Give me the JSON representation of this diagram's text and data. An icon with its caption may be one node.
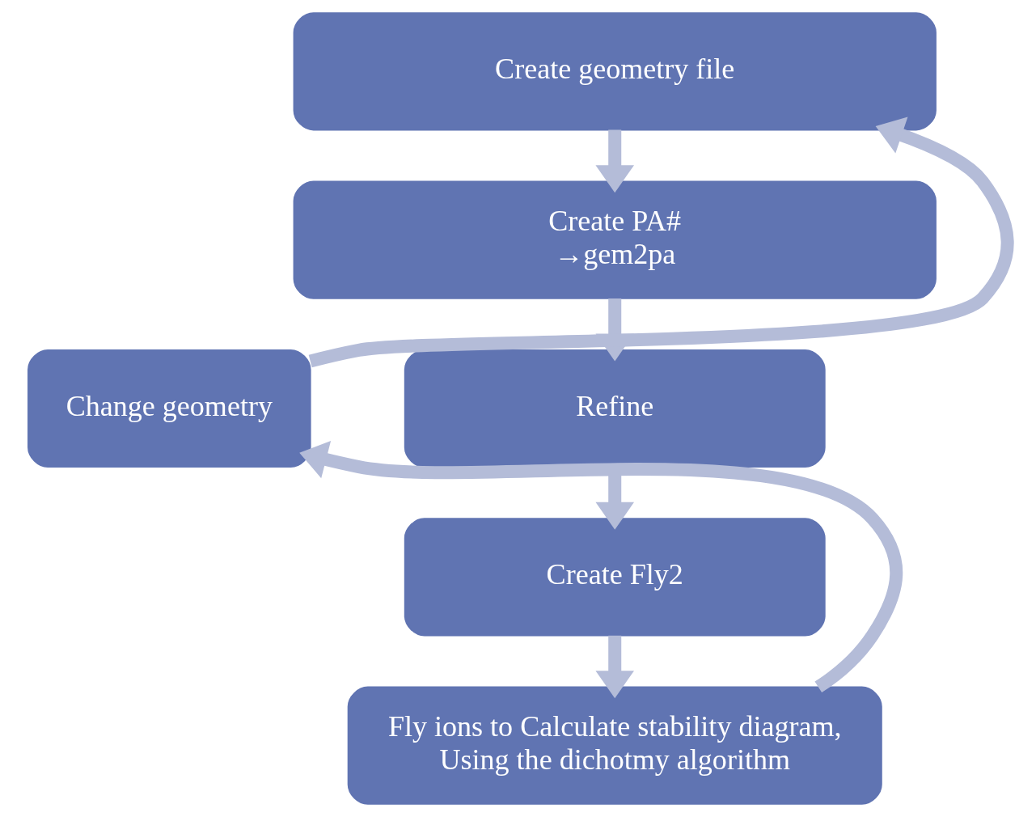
{
  "diagram": {
    "nodes": [
      {
        "text": [
          "Create geometry file"
        ]
      },
      {
        "text": [
          "Create PA#",
          "→gem2pa"
        ]
      },
      {
        "text": [
          "Refine"
        ]
      },
      {
        "text": [
          "Create Fly2"
        ]
      },
      {
        "text": [
          "Fly ions to Calculate stability diagram,",
          "Using the dichotmy algorithm"
        ]
      },
      {
        "text": [
          "Change geometry"
        ]
      }
    ],
    "edges": [
      {
        "from": 0,
        "to": 1,
        "arrow": "to"
      },
      {
        "from": 1,
        "to": 2,
        "arrow": "to"
      },
      {
        "from": 2,
        "to": 3,
        "arrow": "to"
      },
      {
        "from": 3,
        "to": 4,
        "arrow": "to"
      },
      {
        "from": 4,
        "to": 5,
        "arrow": "to"
      },
      {
        "from": 5,
        "to": 0,
        "arrow": "to"
      }
    ]
  }
}
